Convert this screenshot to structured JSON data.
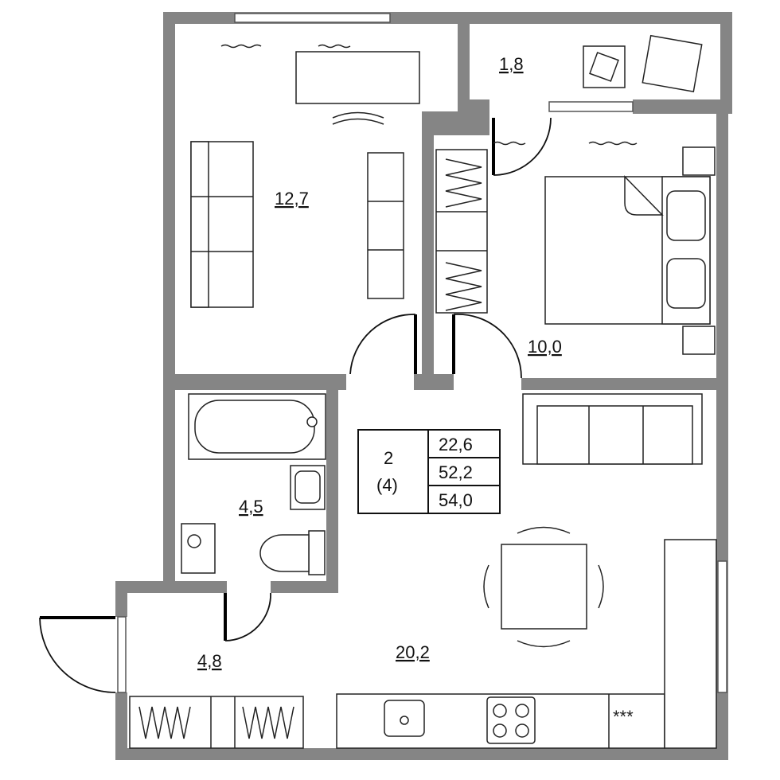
{
  "rooms": {
    "balcony": "1,8",
    "bedroom_left": "12,7",
    "bedroom_right": "10,0",
    "bathroom": "4,5",
    "hall": "4,8",
    "kitchen_living": "20,2"
  },
  "summary": {
    "rooms_count": "2",
    "variant": "(4)",
    "living_area": "22,6",
    "total_area": "52,2",
    "total_area_with_balcony": "54,0"
  },
  "colors": {
    "wall": "#858585",
    "line": "#222222"
  }
}
